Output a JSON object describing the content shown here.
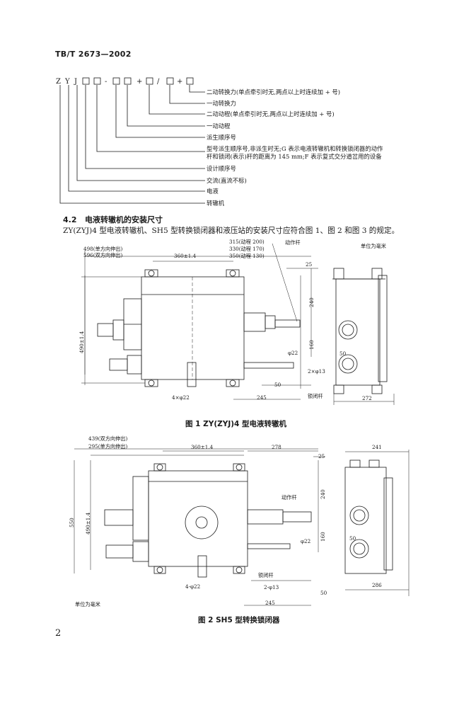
{
  "header": {
    "doc_code": "TB/T 2673—2002"
  },
  "model_code": {
    "chars": [
      "Z",
      "Y",
      "J"
    ],
    "sep_dash": "-",
    "plus1": "+",
    "slash": "/",
    "plus2": "+",
    "legend": [
      "二动转换力(单点牵引时无,两点以上时连续加 + 号)",
      "一动转换力",
      "二动动程(单点牵引时无,两点以上时连续加 + 号)",
      "一动动程",
      "派生顺序号",
      "型号派生顺序号,非派生时无;G 表示电液转辙机和转换锁闭器的动作",
      "杆和锁闭(表示)杆的距离为 145 mm;F 表示复式交分道岔用的设备",
      "设计顺序号",
      "交流(直流不标)",
      "电液",
      "转辙机"
    ]
  },
  "section": {
    "number": "4.2",
    "title": "电液转辙机的安装尺寸",
    "body": "ZY(ZYJ)4 型电液转辙机、SH5 型转换锁闭器和液压站的安装尺寸应符合图 1、图 2 和图 3 的规定。"
  },
  "fig1": {
    "caption": "图 1   ZY(ZYJ)4 型电液转辙机",
    "unit_note": "单位为毫米",
    "dims": {
      "d498": "498(单方向伸出)",
      "d596": "596(双方向伸出)",
      "d360": "360±1.4",
      "d315": "315(动程 200)",
      "d330": "330(动程 170)",
      "d350": "350(动程 130)",
      "act_rod": "动作杆",
      "d25": "25",
      "d240": "240",
      "d160": "160",
      "d490": "490±1.4",
      "phi22": "φ22",
      "d50a": "50",
      "d2x13": "2×φ13",
      "d50b": "50",
      "d4x22": "4×φ22",
      "d245": "245",
      "lock_rod": "锁闭杆",
      "d272": "272"
    }
  },
  "fig2": {
    "caption": "图 2   SH5 型转换锁闭器",
    "unit_note": "单位为毫米",
    "dims": {
      "d439": "439(双方向伸出)",
      "d295": "295(单方向伸出)",
      "d360": "360±1.4",
      "d278": "278",
      "d241": "241",
      "d25": "25",
      "d240": "240",
      "act_rod": "动作杆",
      "d550": "550",
      "d490": "490±1.4",
      "d160": "160",
      "phi22": "φ22",
      "d50a": "50",
      "lock_rod": "锁闭杆",
      "d2x13": "2-φ13",
      "d4x22": "4-φ22",
      "d50b": "50",
      "d245": "245",
      "d286": "286"
    }
  },
  "page_number": "2"
}
